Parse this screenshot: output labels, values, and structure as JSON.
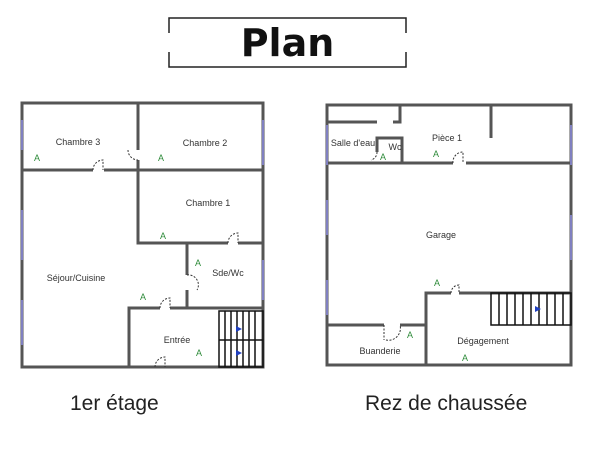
{
  "title": "Plan",
  "floors": [
    {
      "caption": "1er étage",
      "rooms": [
        "Chambre 3",
        "Chambre 2",
        "Chambre 1",
        "Séjour/Cuisine",
        "Sde/Wc",
        "Entrée"
      ],
      "marker": "A"
    },
    {
      "caption": "Rez de chaussée",
      "rooms": [
        "Salle d'eau",
        "Wc",
        "Pièce 1",
        "Garage",
        "Buanderie",
        "Dégagement"
      ],
      "marker": "A"
    }
  ],
  "colors": {
    "wall": "#555555",
    "marker": "#2e8b3a",
    "window": "#8080c0",
    "arrow": "#2040c0"
  }
}
